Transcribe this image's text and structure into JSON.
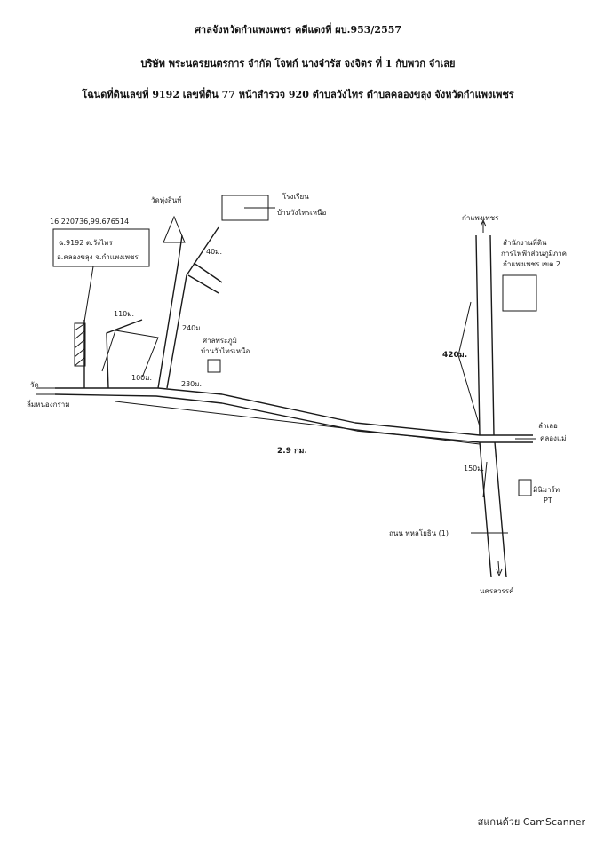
{
  "header": {
    "line1": "ศาลจังหวัดกำแพงเพชร คดีแดงที่ ผบ.953/2557",
    "line2": "บริษัท พระนครยนตรการ จำกัด โจทก์ นางจำรัส จงจิตร ที่ 1 กับพวก จำเลย",
    "line3": "โฉนดที่ดินเลขที่ 9192 เลขที่ดิน 77 หน้าสำรวจ 920 ตำบลวังไทร ตำบลคลองขลุง จังหวัดกำแพงเพชร"
  },
  "map": {
    "coords": "16.220736,99.676514",
    "parcel_line1": "ฉ.9192 ต.วังไทร",
    "parcel_line2": "อ.คลองขลุง จ.กำแพงเพชร",
    "dist_110": "110ม.",
    "dist_100": "100ม.",
    "dist_230": "230ม.",
    "dist_240": "240ม.",
    "dist_40": "40ม.",
    "dist_420": "420ม.",
    "dist_2_9": "2.9 กม.",
    "dist_150": "150ม.",
    "temple": "วัดทุ่งสินท์",
    "school": "โรงเรียน",
    "school2": "บ้านวังไทรเหนือ",
    "shrine": "ศาลพระภูมิ",
    "shrine2": "บ้านวังไทรเหนือ",
    "left_town": "วัด",
    "left_town2": "ลิ่มหนองกราม",
    "north": "กำแพงเพชร",
    "north_place": "สำนักงานที่ดิน",
    "north_place2": "การไฟฟ้าส่วนภูมิภาค",
    "north_place3": "กำแพงเพชร เขต 2",
    "right_road": "ลำเลอ",
    "right_road2": "คลองแม่",
    "right_shop": "มินิมาร์ท",
    "right_shop2": "PT",
    "bottom_road": "ถนน พหลโยธิน (1)",
    "south": "นครสวรรค์"
  },
  "footer": {
    "scanner": "สแกนด้วย CamScanner"
  }
}
